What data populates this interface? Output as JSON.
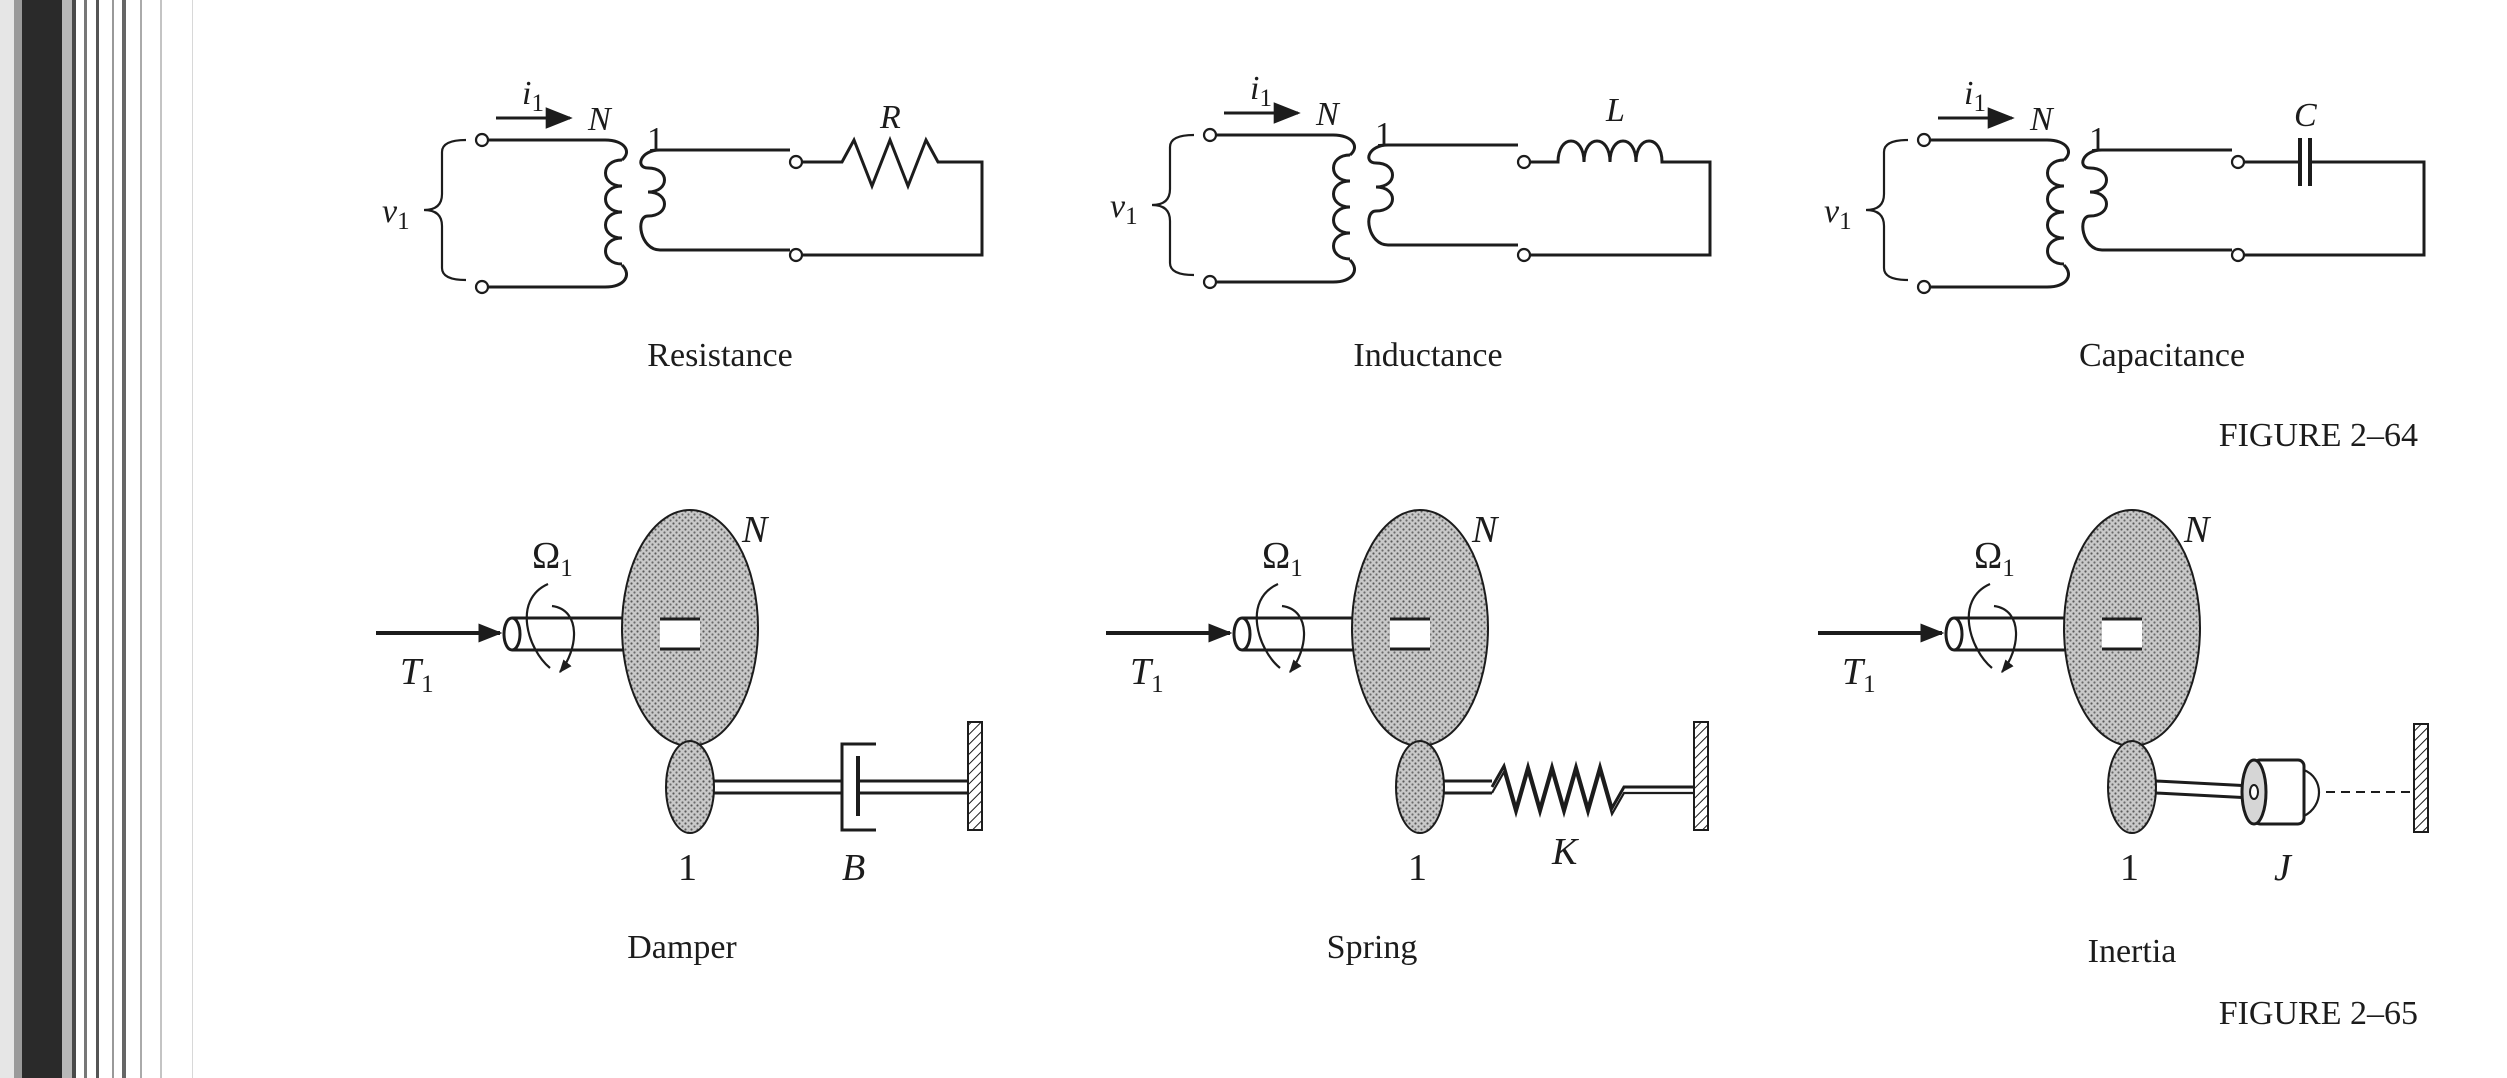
{
  "figure_64": {
    "label": "FIGURE 2–64",
    "source_current": "i",
    "source_current_sub": "1",
    "source_voltage": "v",
    "source_voltage_sub": "1",
    "turns_primary": "N",
    "turns_secondary": "1",
    "panels": [
      {
        "caption": "Resistance",
        "element_symbol": "R"
      },
      {
        "caption": "Inductance",
        "element_symbol": "L"
      },
      {
        "caption": "Capacitance",
        "element_symbol": "C"
      }
    ]
  },
  "figure_65": {
    "label": "FIGURE 2–65",
    "input_torque": "T",
    "input_torque_sub": "1",
    "input_speed": "Ω",
    "input_speed_sub": "1",
    "gear_large_teeth": "N",
    "gear_small_teeth": "1",
    "panels": [
      {
        "caption": "Damper",
        "element_symbol": "B"
      },
      {
        "caption": "Spring",
        "element_symbol": "K"
      },
      {
        "caption": "Inertia",
        "element_symbol": "J"
      }
    ]
  }
}
